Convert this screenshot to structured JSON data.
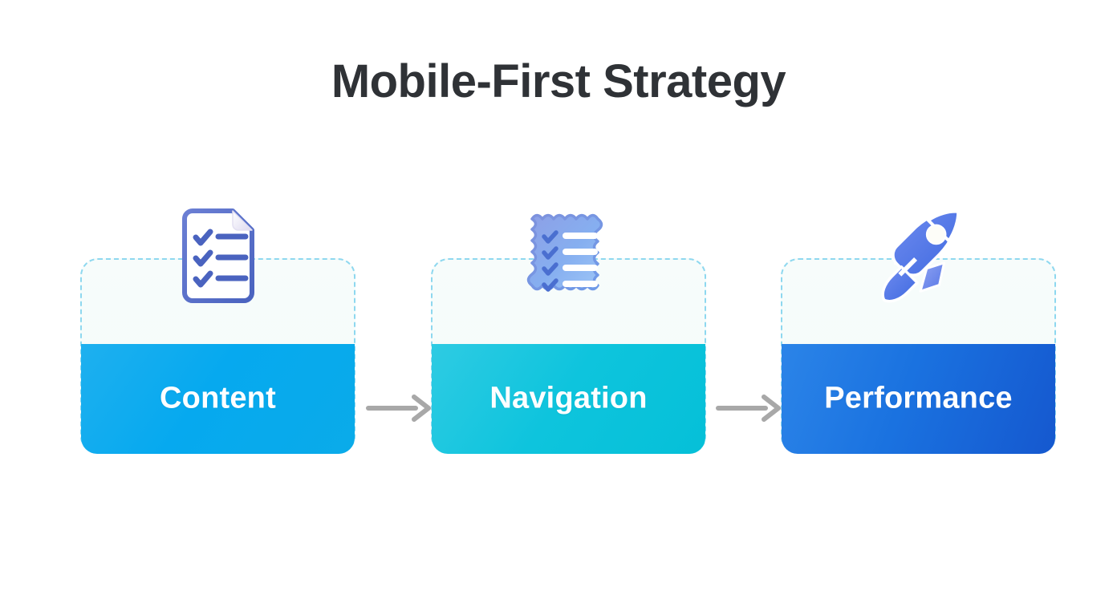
{
  "page": {
    "background": "#ffffff",
    "title": "Mobile-First Strategy",
    "title_color": "#2f3236"
  },
  "flow": {
    "arrow_color": "#a8a8a8",
    "arrows": [
      {
        "name": "arrow-content-to-navigation",
        "glyph": "arrow-right-icon"
      },
      {
        "name": "arrow-navigation-to-performance",
        "glyph": "arrow-right-icon"
      }
    ],
    "steps": [
      {
        "label": "Content",
        "icon": "checklist-document-icon",
        "icon_color": "#5570c9",
        "fill_color": "#06a9ef",
        "dashed_border_color": "#8ed8ef",
        "label_color": "#fdfeff"
      },
      {
        "label": "Navigation",
        "icon": "wavy-checklist-icon",
        "icon_color": "#7f9ee8",
        "fill_color": "#0ec4dd",
        "dashed_border_color": "#8ed8ef",
        "label_color": "#fdfeff"
      },
      {
        "label": "Performance",
        "icon": "rocket-icon",
        "icon_color": "#5579ea",
        "fill_color": "#1a72e0",
        "dashed_border_color": "#8ed8ef",
        "label_color": "#fdfeff"
      }
    ]
  }
}
